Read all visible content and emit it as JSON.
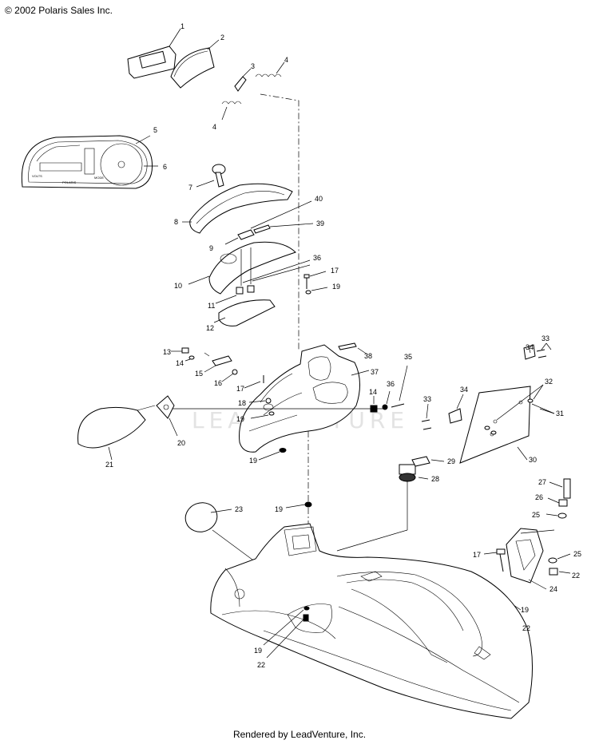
{
  "copyright": "© 2002 Polaris Sales Inc.",
  "footer": "Rendered by LeadVenture, Inc.",
  "watermark": "LEADVENTURE",
  "callouts": {
    "c1": "1",
    "c2": "2",
    "c3": "3",
    "c4a": "4",
    "c4b": "4",
    "c5": "5",
    "c6": "6",
    "c7": "7",
    "c8": "8",
    "c9": "9",
    "c10": "10",
    "c11": "11",
    "c12": "12",
    "c13": "13",
    "c14a": "14",
    "c14b": "14",
    "c15": "15",
    "c16": "16",
    "c17a": "17",
    "c17b": "17",
    "c17c": "17",
    "c18": "18",
    "c19a": "19",
    "c19b": "19",
    "c19c": "19",
    "c19d": "19",
    "c19e": "19",
    "c19f": "19",
    "c20": "20",
    "c21": "21",
    "c22a": "22",
    "c22b": "22",
    "c22c": "22",
    "c23": "23",
    "c24": "24",
    "c25a": "25",
    "c25b": "25",
    "c26": "26",
    "c27": "27",
    "c28": "28",
    "c29": "29",
    "c30": "30",
    "c31": "31",
    "c32": "32",
    "c33a": "33",
    "c33b": "33",
    "c34a": "34",
    "c34b": "34",
    "c35": "35",
    "c36a": "36",
    "c36b": "36",
    "c37": "37",
    "c38": "38",
    "c39": "39",
    "c40": "40"
  },
  "gauge_text": {
    "volts": "VOLTS",
    "brand": "POLARIS",
    "mode": "MODE"
  }
}
